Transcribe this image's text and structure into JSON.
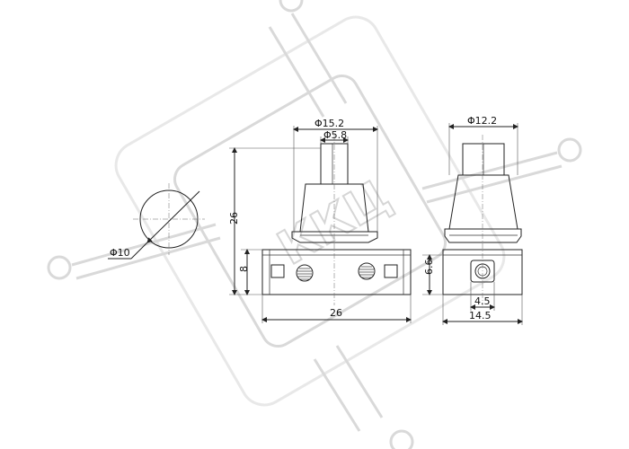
{
  "drawing": {
    "watermark": "ККЦ",
    "dimensions": {
      "button_outer_diameter": "Φ15.2",
      "button_inner_diameter": "Φ5.8",
      "side_diameter": "Φ12.2",
      "hole_diameter": "Φ10",
      "total_height": "26",
      "body_height": "8",
      "body_width": "26",
      "side_body_height": "6.6",
      "side_inner_width": "4.5",
      "side_body_width": "14.5"
    }
  }
}
